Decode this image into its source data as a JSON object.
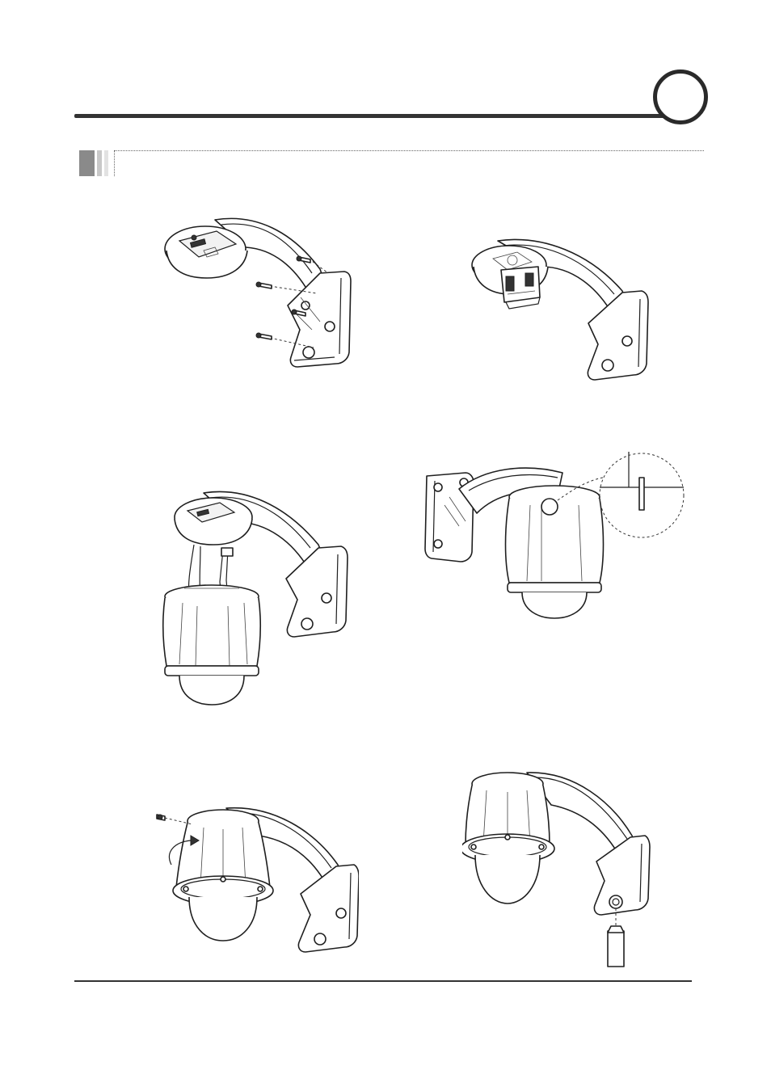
{
  "page": {
    "chapter_number": "",
    "section_title": ""
  },
  "figures": [
    {
      "id": "fig-1",
      "icon": "bracket-screws-illustration"
    },
    {
      "id": "fig-2",
      "icon": "bracket-board-illustration"
    },
    {
      "id": "fig-3",
      "icon": "camera-cable-connect-illustration"
    },
    {
      "id": "fig-4",
      "icon": "camera-alignment-detail-illustration"
    },
    {
      "id": "fig-5",
      "icon": "camera-rotate-lock-illustration"
    },
    {
      "id": "fig-6",
      "icon": "camera-seal-illustration"
    }
  ]
}
